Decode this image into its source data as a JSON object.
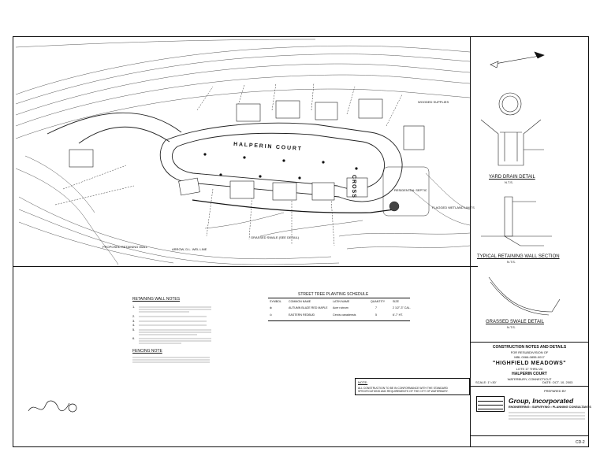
{
  "site_plan": {
    "street_label": "HALPERIN COURT",
    "street_label_vertical": "CROSS",
    "labels": [
      "PROPOSED RETAINING WALL",
      "ARROW, D.L. WEL LINE",
      "GRASSED SWALE (SEE DETAIL)",
      "FLAGGED WETLAND LIMITS",
      "RESIDENTIAL SEPTIC",
      "WOODED SUPPLIES"
    ]
  },
  "details": {
    "yard_drain": "YARD DRAIN DETAIL",
    "yard_drain_scale": "N.T.S.",
    "retaining_wall": "TYPICAL RETAINING WALL SECTION",
    "retaining_wall_scale": "N.T.S.",
    "grassed_swale": "GRASSED SWALE DETAIL",
    "grassed_swale_scale": "N.T.S."
  },
  "retaining_wall_notes": {
    "title": "RETAINING WALL NOTES",
    "items": [
      "1.",
      "2.",
      "3.",
      "4.",
      "5.",
      "6."
    ]
  },
  "fencing_note": {
    "title": "FENCING NOTE"
  },
  "tree_schedule": {
    "title": "STREET TREE PLANTING SCHEDULE",
    "headers": [
      "SYMBOL",
      "COMMON NAME",
      "LATIN NAME",
      "QUANTITY",
      "SIZE"
    ],
    "rows": [
      [
        "",
        "AUTUMN BLAZE RED MAPLE",
        "Acer rubrum",
        "7",
        "2 1/2\"-3\" CAL."
      ],
      [
        "",
        "EASTERN REDBUD",
        "Cercis canadensis",
        "5",
        "6'-7' HT."
      ]
    ]
  },
  "general_note": {
    "title": "NOTE:",
    "text": "ALL CONSTRUCTION TO BE IN CONFORMANCE WITH THE STANDARD SPECIFICATIONS AND REQUIREMENTS OF THE CITY OF WATERBURY."
  },
  "title_block": {
    "line1": "CONSTRUCTION NOTES AND DETAILS",
    "line2": "FOR RESUBDIVISION OF",
    "line3": "MBL 0066-0855-0017",
    "project": "\"HIGHFIELD MEADOWS\"",
    "lots": "LOTS 17 THRU 26",
    "road": "HALPERIN COURT",
    "city": "WATERBURY, CONNECTICUT",
    "scale": "SCALE: 1\"=30'",
    "date": "DATE: OCT. 10, 2003",
    "prepared_by": "PREPARED BY",
    "firm": "Group, Incorporated",
    "firm_services": "ENGINEERING • SURVEYING • PLANNING CONSULTANTS",
    "sheet": "CD-2"
  }
}
